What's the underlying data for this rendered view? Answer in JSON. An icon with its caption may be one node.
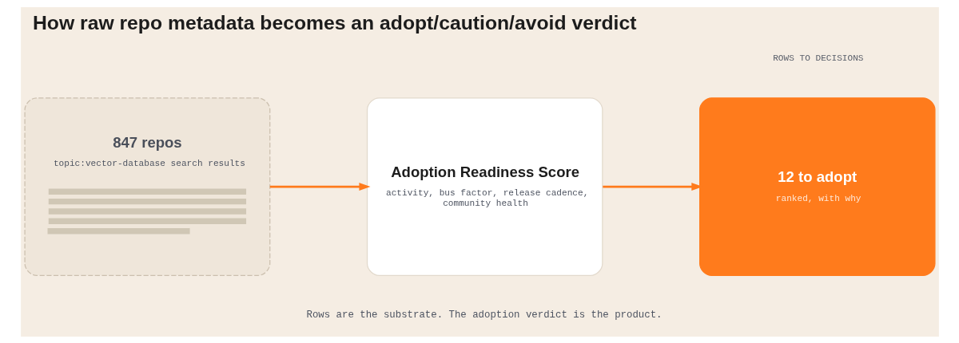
{
  "diagram": {
    "title": "How raw repo metadata becomes an adopt/caution/avoid verdict",
    "caption": "Rows are the substrate. The adoption verdict is the product.",
    "nodes": [
      {
        "text": [
          "847 repos",
          "topic:vector-database search results"
        ]
      },
      {
        "text": [
          "Adoption Readiness Score",
          "activity, bus factor, release cadence, community health"
        ]
      },
      {
        "text": [
          "12 to adopt",
          "ranked, with why"
        ]
      }
    ],
    "edges": [
      {
        "from": 0,
        "to": 1,
        "arrow": "to"
      },
      {
        "from": 1,
        "to": 2,
        "arrow": "to"
      }
    ],
    "labels": [
      "ROWS TO DECISIONS"
    ]
  }
}
